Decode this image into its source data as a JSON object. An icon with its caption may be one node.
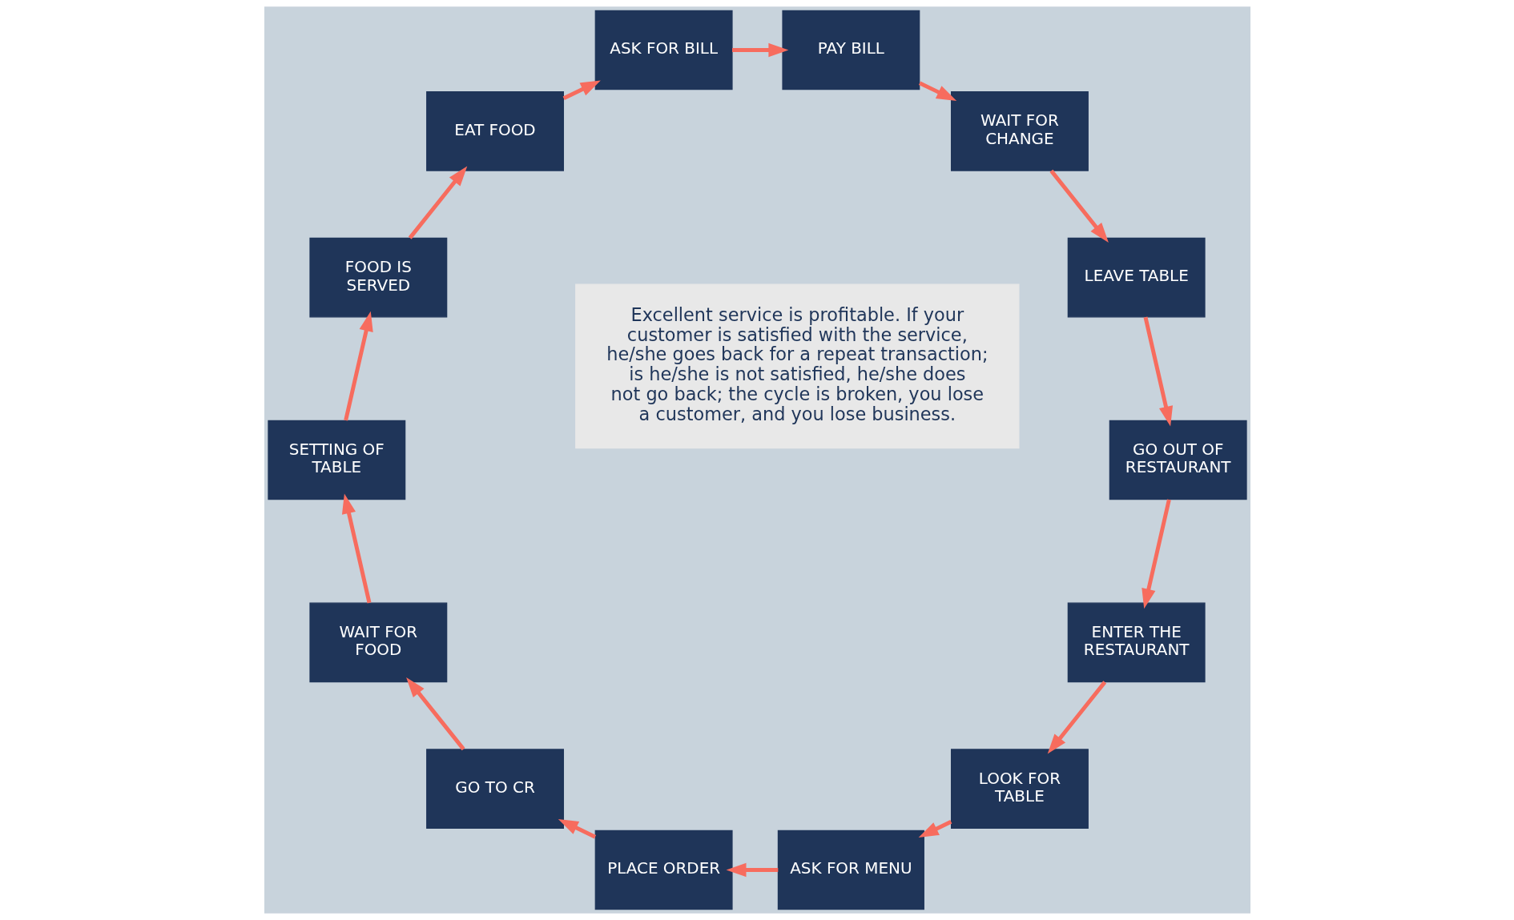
{
  "diagram": {
    "nodes": [
      {
        "text": [
          "ENTER THE RESTAURANT"
        ]
      },
      {
        "text": [
          "LOOK FOR TABLE"
        ]
      },
      {
        "text": [
          "ASK FOR MENU"
        ]
      },
      {
        "text": [
          "PLACE ORDER"
        ]
      },
      {
        "text": [
          "GO TO CR"
        ]
      },
      {
        "text": [
          "WAIT FOR FOOD"
        ]
      },
      {
        "text": [
          "SETTING OF TABLE"
        ]
      },
      {
        "text": [
          "FOOD IS SERVED"
        ]
      },
      {
        "text": [
          "EAT FOOD"
        ]
      },
      {
        "text": [
          "ASK FOR BILL"
        ]
      },
      {
        "text": [
          "PAY BILL"
        ]
      },
      {
        "text": [
          "WAIT FOR CHANGE"
        ]
      },
      {
        "text": [
          "LEAVE TABLE"
        ]
      },
      {
        "text": [
          "GO OUT OF RESTAURANT"
        ]
      },
      {
        "text": [
          "Excellent service is profitable. If your customer is satisfied with the service, he/she goes back for a repeat transaction; is he/she is not satisfied, he/she does not go back; the cycle is broken, you lose a customer, and you lose business."
        ]
      }
    ],
    "edges": [
      {
        "from": 0,
        "to": 1,
        "arrow": "to"
      },
      {
        "from": 1,
        "to": 2,
        "arrow": "to"
      },
      {
        "from": 2,
        "to": 3,
        "arrow": "to"
      },
      {
        "from": 3,
        "to": 4,
        "arrow": "to"
      },
      {
        "from": 4,
        "to": 5,
        "arrow": "to"
      },
      {
        "from": 5,
        "to": 6,
        "arrow": "to"
      },
      {
        "from": 6,
        "to": 7,
        "arrow": "to"
      },
      {
        "from": 7,
        "to": 8,
        "arrow": "to"
      },
      {
        "from": 8,
        "to": 9,
        "arrow": "to"
      },
      {
        "from": 9,
        "to": 10,
        "arrow": "to"
      },
      {
        "from": 10,
        "to": 11,
        "arrow": "to"
      },
      {
        "from": 11,
        "to": 12,
        "arrow": "to"
      },
      {
        "from": 12,
        "to": 13,
        "arrow": "to"
      },
      {
        "from": 13,
        "to": 0,
        "arrow": "to"
      }
    ]
  }
}
